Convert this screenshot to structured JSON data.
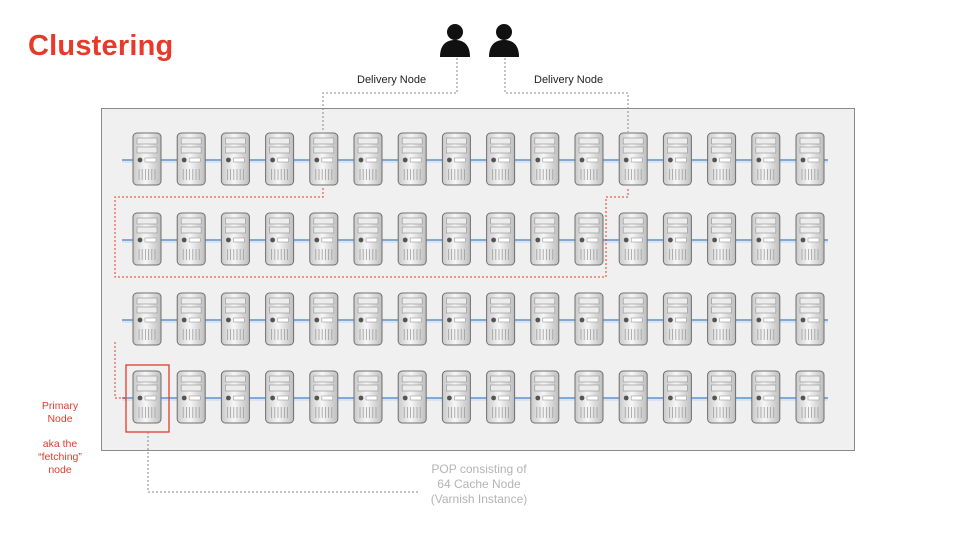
{
  "slide": {
    "title": "Clustering"
  },
  "labels": {
    "delivery_node_left": "Delivery Node",
    "delivery_node_right": "Delivery Node",
    "primary_node_line1": "Primary",
    "primary_node_line2": "Node",
    "aka_line1": "aka the",
    "aka_line2": "“fetching”",
    "aka_line3": "node",
    "pop_line1": "POP consisting of",
    "pop_line2": "64 Cache Node",
    "pop_line3": "(Varnish Instance)"
  },
  "cluster": {
    "rows": 4,
    "servers_per_row": 16
  },
  "colors": {
    "title": "#e8392b",
    "highlight": "#e8392b",
    "link_dotted": "#888888",
    "network_line": "#7fa9d8",
    "caption": "#b4b4b4"
  },
  "icons": {
    "users": [
      "user-icon",
      "user-icon"
    ],
    "server": "server-icon"
  }
}
